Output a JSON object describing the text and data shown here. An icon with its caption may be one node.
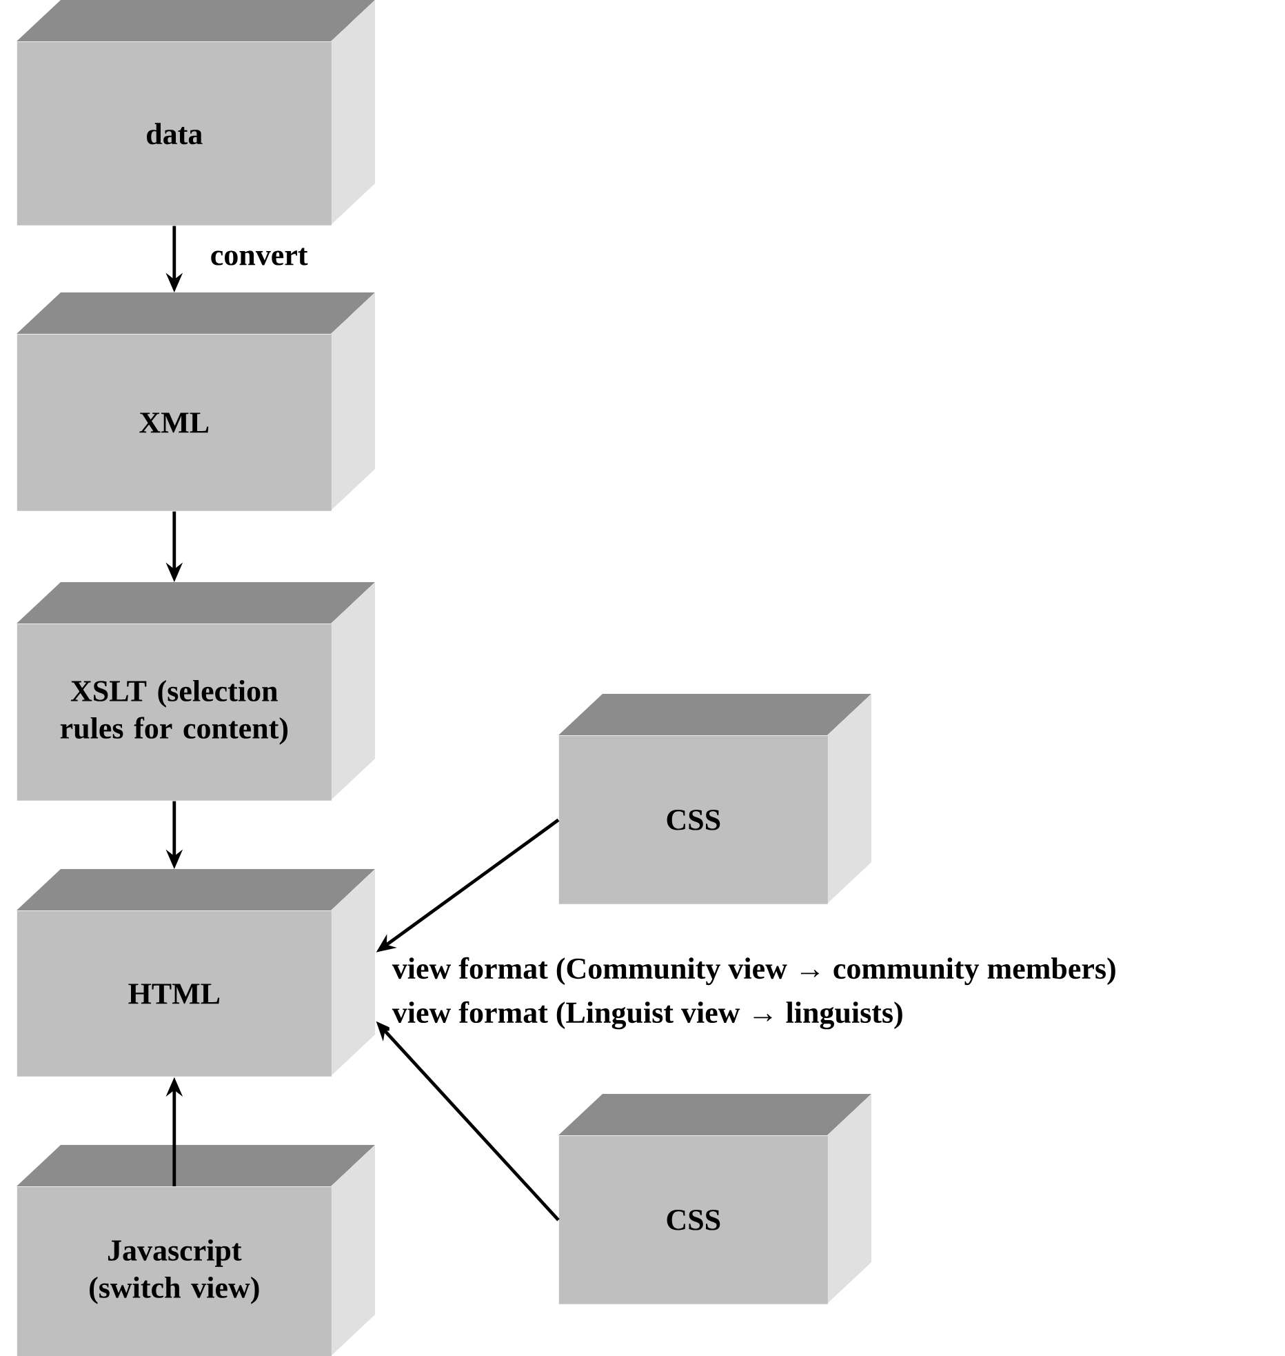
{
  "diagram": {
    "nodes": [
      {
        "text": [
          "data"
        ]
      },
      {
        "text": [
          "XML"
        ]
      },
      {
        "text": [
          "XSLT (selection rules for content)"
        ]
      },
      {
        "text": [
          "HTML"
        ]
      },
      {
        "text": [
          "Javascript (switch view)"
        ]
      },
      {
        "text": [
          "CSS"
        ]
      },
      {
        "text": [
          "CSS"
        ]
      }
    ],
    "edges": [
      {
        "from": 0,
        "to": 1,
        "arrow": "to",
        "label": "convert"
      },
      {
        "from": 1,
        "to": 2,
        "arrow": "to"
      },
      {
        "from": 2,
        "to": 3,
        "arrow": "to"
      },
      {
        "from": 4,
        "to": 3,
        "arrow": "to"
      },
      {
        "from": 5,
        "to": 3,
        "arrow": "to",
        "label": "view format (Community view → community members)"
      },
      {
        "from": 6,
        "to": 3,
        "arrow": "to",
        "label": "view format (Linguist view → linguists)"
      }
    ]
  }
}
